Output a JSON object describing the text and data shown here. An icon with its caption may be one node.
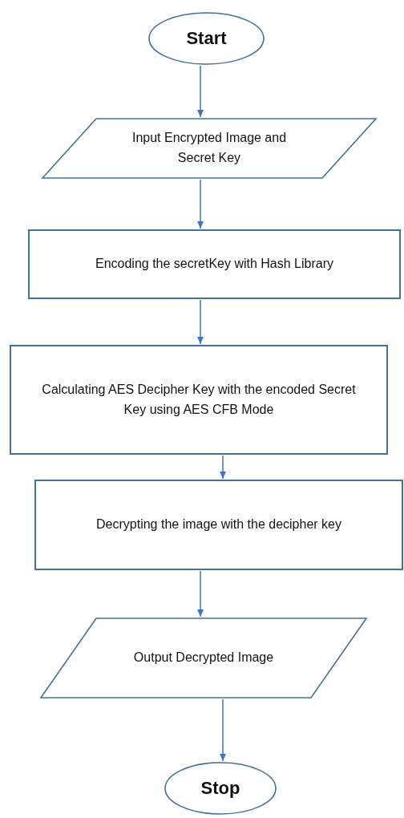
{
  "diagram": {
    "nodes": [
      {
        "text": [
          "Start"
        ]
      },
      {
        "text": [
          "Input Encrypted Image and Secret Key"
        ]
      },
      {
        "text": [
          "Encoding the secretKey with Hash Library"
        ]
      },
      {
        "text": [
          "Calculating AES Decipher Key with the encoded Secret Key using AES CFB Mode"
        ]
      },
      {
        "text": [
          "Decrypting the image with the decipher key"
        ]
      },
      {
        "text": [
          "Output Decrypted Image"
        ]
      },
      {
        "text": [
          "Stop"
        ]
      }
    ],
    "edges": [
      {
        "from": 0,
        "to": 1,
        "arrow": "to"
      },
      {
        "from": 1,
        "to": 2,
        "arrow": "to"
      },
      {
        "from": 2,
        "to": 3,
        "arrow": "to"
      },
      {
        "from": 3,
        "to": 4,
        "arrow": "to"
      },
      {
        "from": 4,
        "to": 5,
        "arrow": "to"
      },
      {
        "from": 5,
        "to": 6,
        "arrow": "to"
      }
    ]
  }
}
